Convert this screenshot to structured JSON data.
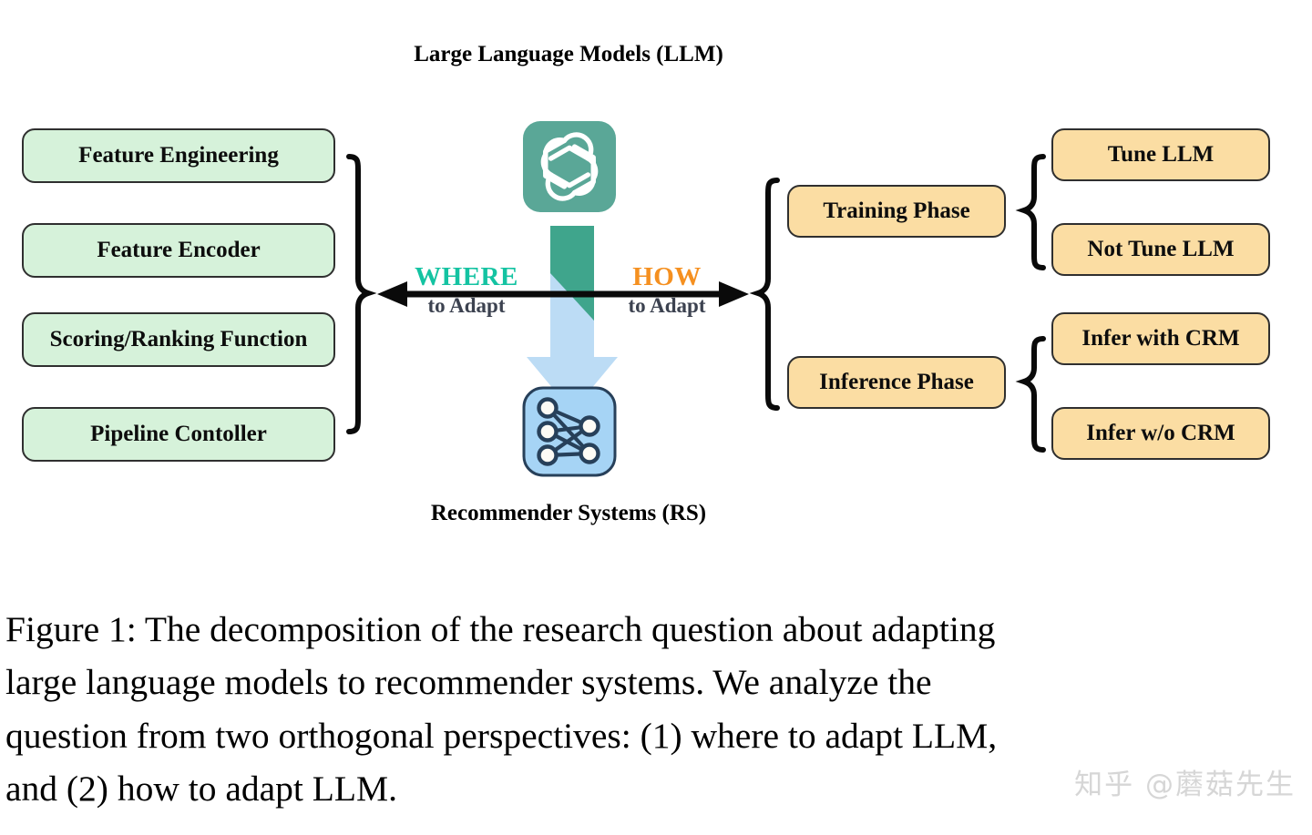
{
  "figure": {
    "top_title_line1": "Large Language Models",
    "top_title_line2": "(LLM)",
    "bottom_title_line1": "Recommender Systems",
    "bottom_title_line2": "(RS)"
  },
  "axes": {
    "where": {
      "keyword": "WHERE",
      "sub": "to Adapt",
      "color": "#14c3a2"
    },
    "how": {
      "keyword": "HOW",
      "sub": "to Adapt",
      "color": "#f59020"
    }
  },
  "where_branch": {
    "items": [
      {
        "label": "Feature Engineering"
      },
      {
        "label": "Feature Encoder"
      },
      {
        "label": "Scoring/Ranking Function"
      },
      {
        "label": "Pipeline Contoller"
      }
    ],
    "color": "#d6f2da"
  },
  "how_branch": {
    "phases": [
      {
        "label": "Training Phase"
      },
      {
        "label": "Inference Phase"
      }
    ],
    "options": [
      {
        "label": "Tune LLM"
      },
      {
        "label": "Not Tune LLM"
      },
      {
        "label": "Infer with CRM"
      },
      {
        "label": "Infer w/o CRM"
      }
    ],
    "color": "#fbdda3"
  },
  "icons": {
    "llm": {
      "name": "openai-logo-icon",
      "background": "#5aa797"
    },
    "rs": {
      "name": "neural-network-icon",
      "background": "#a6d4f5",
      "stroke": "#27405a"
    },
    "arrow_down": {
      "top_color": "#3fa58c",
      "bottom_color": "#bcdcf5"
    }
  },
  "caption": {
    "line1": "Figure 1: The decomposition of the research question about adapting",
    "line2": "large language models to recommender systems.  We analyze the",
    "line3": "question from two orthogonal perspectives: (1) where to adapt LLM,",
    "line4": "and (2) how to adapt LLM."
  },
  "watermark": {
    "text": "知乎 @蘑菇先生"
  }
}
